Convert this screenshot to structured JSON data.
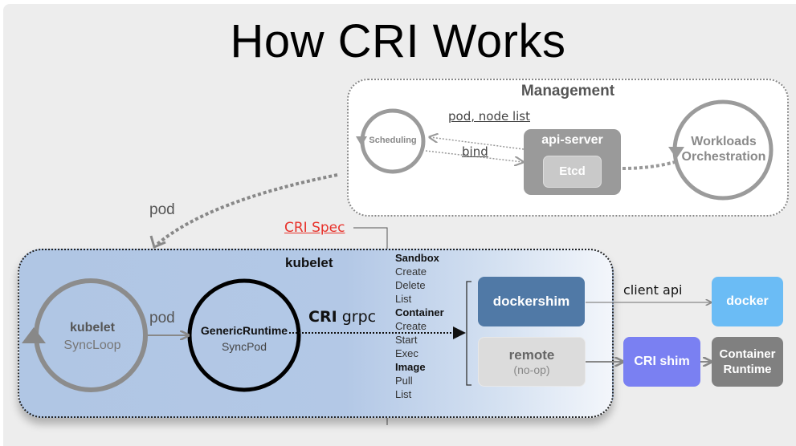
{
  "title": "How CRI Works",
  "management": {
    "title": "Management",
    "scheduling": "Scheduling",
    "edge_pod_node_list": "pod, node list",
    "edge_bind": "bind",
    "api_server": "api-server",
    "etcd": "Etcd",
    "workloads_line1": "Workloads",
    "workloads_line2": "Orchestration"
  },
  "edge_pod_top": "pod",
  "cri_spec": {
    "label": "CRI Spec",
    "color": "#e8322b",
    "items": [
      {
        "text": "Sandbox",
        "bold": true
      },
      {
        "text": "Create",
        "bold": false
      },
      {
        "text": "Delete",
        "bold": false
      },
      {
        "text": "List",
        "bold": false
      },
      {
        "text": "Container",
        "bold": true
      },
      {
        "text": "Create",
        "bold": false
      },
      {
        "text": "Start",
        "bold": false
      },
      {
        "text": "Exec",
        "bold": false
      },
      {
        "text": "Image",
        "bold": true
      },
      {
        "text": "Pull",
        "bold": false
      },
      {
        "text": "List",
        "bold": false
      }
    ]
  },
  "kubelet": {
    "title": "kubelet",
    "syncloop_line1": "kubelet",
    "syncloop_line2": "SyncLoop",
    "edge_pod": "pod",
    "generic_line1": "GenericRuntime",
    "generic_line2": "SyncPod",
    "cri_grpc_bold": "CRI",
    "cri_grpc_rest": " grpc",
    "dockershim": "dockershim",
    "remote_line1": "remote",
    "remote_line2": "(no-op)"
  },
  "runtimes": {
    "client_api": "client api",
    "docker": "docker",
    "cri_shim": "CRI shim",
    "container_runtime_line1": "Container",
    "container_runtime_line2": "Runtime"
  },
  "colors": {
    "dockershim": "#5079a6",
    "docker": "#6bbcf5",
    "cri_shim": "#7a80f2",
    "container_runtime": "#808080",
    "remote": "#dcdcdc",
    "api_server": "#9a9a9a"
  }
}
